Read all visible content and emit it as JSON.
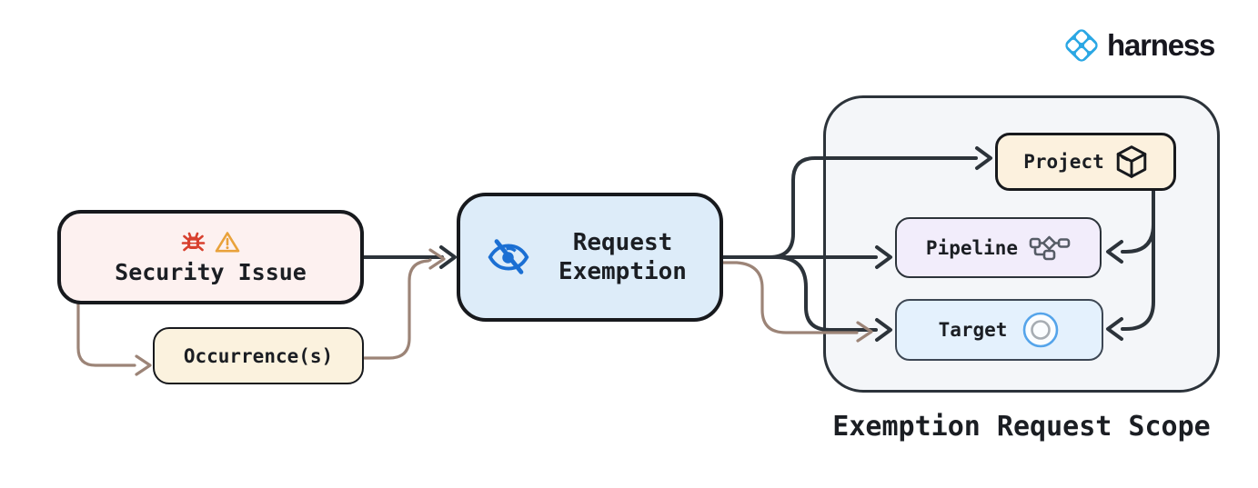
{
  "logo": {
    "brand": "harness"
  },
  "nodes": {
    "security_issue": {
      "label": "Security Issue",
      "icons": [
        "bug-icon",
        "warning-icon"
      ]
    },
    "occurrence": {
      "label": "Occurrence(s)"
    },
    "request_exemption": {
      "label": "Request Exemption",
      "icon": "eye-off-icon"
    },
    "project": {
      "label": "Project",
      "icon": "package-cube-icon"
    },
    "pipeline": {
      "label": "Pipeline",
      "icon": "pipeline-graph-icon"
    },
    "target": {
      "label": "Target",
      "icon": "target-circle-icon"
    },
    "scope": {
      "title": "Exemption Request Scope"
    }
  },
  "edges": [
    {
      "id": "security-to-request",
      "from": "security-issue",
      "to": "request-exemption",
      "color": "dark"
    },
    {
      "id": "security-to-occurrence",
      "from": "security-issue",
      "to": "occurrence",
      "color": "brown"
    },
    {
      "id": "occurrence-to-request",
      "from": "occurrence",
      "to": "request-exemption",
      "color": "brown"
    },
    {
      "id": "request-to-project",
      "from": "request-exemption",
      "to": "project",
      "color": "dark"
    },
    {
      "id": "request-to-pipeline",
      "from": "request-exemption",
      "to": "pipeline",
      "color": "dark"
    },
    {
      "id": "request-to-target",
      "from": "request-exemption",
      "to": "target",
      "color": "dark"
    },
    {
      "id": "request-to-target-brown",
      "from": "request-exemption",
      "to": "target",
      "color": "brown"
    },
    {
      "id": "project-to-pipeline",
      "from": "project",
      "to": "pipeline",
      "color": "dark"
    },
    {
      "id": "project-to-target",
      "from": "project",
      "to": "target",
      "color": "dark"
    }
  ],
  "colors": {
    "bg": "#ffffff",
    "text_dark": "#1b1e23",
    "edge_dark": "#2c333a",
    "edge_brown": "#9c8477",
    "border_dark": "#17191d",
    "scope_border": "#2c333a",
    "security_bg": "#fdf1f0",
    "occurrence_bg": "#fbf2de",
    "request_bg": "#ddecf9",
    "scope_bg": "#f4f6f9",
    "project_bg": "#fcf1de",
    "pipeline_bg": "#f2edfb",
    "target_bg": "#e4f1fd",
    "target_border": "#3d4754",
    "eye_blue": "#1b6fd3",
    "bug_red": "#d8402e",
    "warning_orange": "#e9a23b",
    "pipeline_icon": "#565c66",
    "target_outer": "#55a4ea",
    "target_inner": "#a7adb3",
    "logo_blue": "#2aa7e4",
    "logo_text": "#17171f"
  }
}
